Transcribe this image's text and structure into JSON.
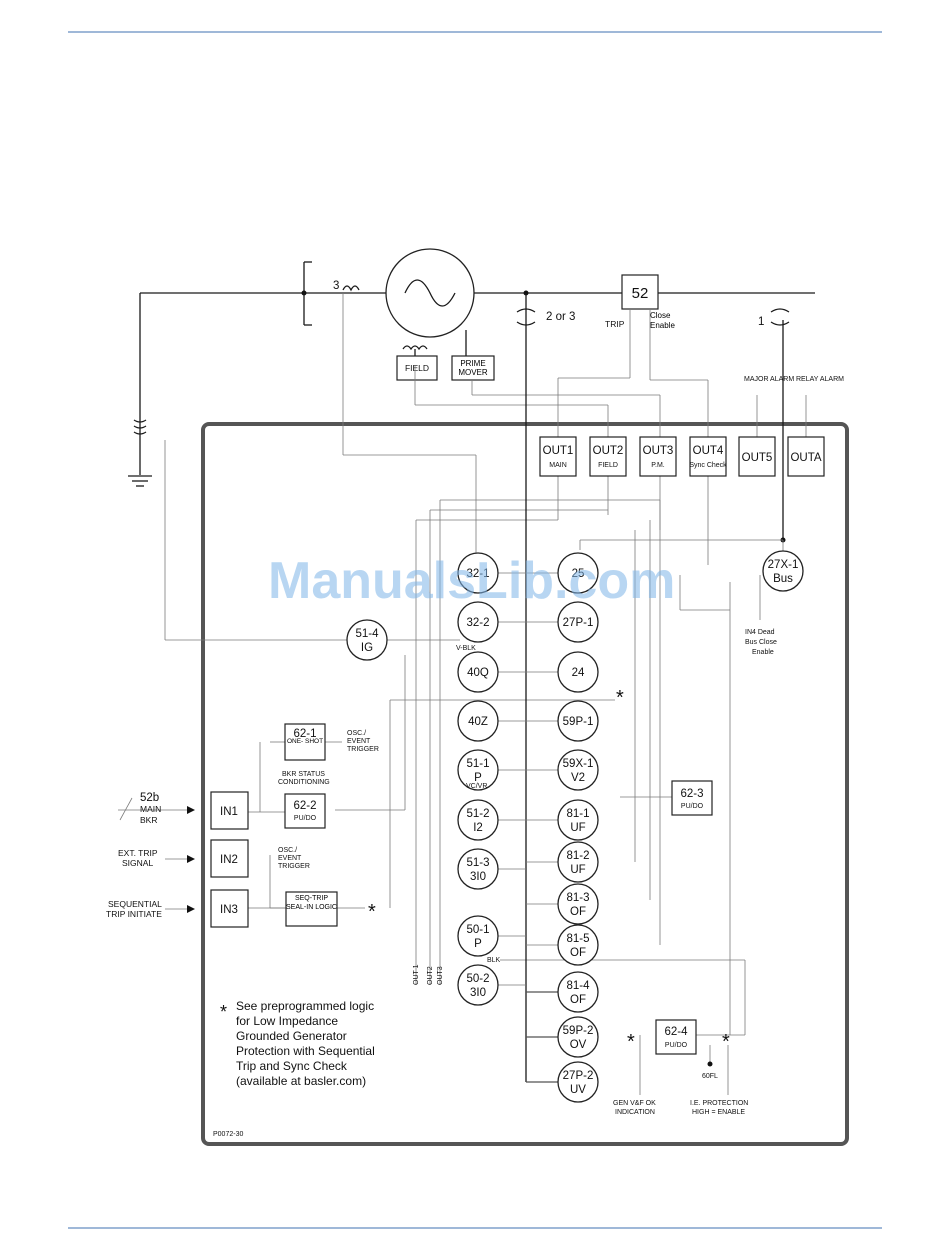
{
  "watermark": "ManualsLib.com",
  "figure_id": "P0072-30",
  "line_labels": {
    "ct_gen": "3",
    "vt_gen": "2 or 3",
    "vt_bus": "1",
    "breaker": "52",
    "trip": "TRIP",
    "close_enable": "Close Enable"
  },
  "external_boxes": {
    "field": "FIELD",
    "prime_mover": "PRIME MOVER"
  },
  "outputs": [
    {
      "id": "OUT1",
      "sub": "MAIN"
    },
    {
      "id": "OUT2",
      "sub": "FIELD"
    },
    {
      "id": "OUT3",
      "sub": "P.M."
    },
    {
      "id": "OUT4",
      "sub": "Sync Check"
    },
    {
      "id": "OUT5",
      "sub": ""
    },
    {
      "id": "OUTA",
      "sub": ""
    }
  ],
  "alarms": {
    "major": "MAJOR ALARM",
    "relay": "RELAY ALARM"
  },
  "left_functions": [
    {
      "l1": "32-1",
      "l2": ""
    },
    {
      "l1": "32-2",
      "l2": ""
    },
    {
      "l1": "40Q",
      "l2": ""
    },
    {
      "l1": "40Z",
      "l2": ""
    },
    {
      "l1": "51-1",
      "l2": "P"
    },
    {
      "l1": "51-2",
      "l2": "I2"
    },
    {
      "l1": "51-3",
      "l2": "3I0"
    },
    {
      "l1": "50-1",
      "l2": "P"
    },
    {
      "l1": "50-2",
      "l2": "3I0"
    }
  ],
  "right_functions": [
    {
      "l1": "25",
      "l2": ""
    },
    {
      "l1": "27P-1",
      "l2": ""
    },
    {
      "l1": "24",
      "l2": ""
    },
    {
      "l1": "59P-1",
      "l2": ""
    },
    {
      "l1": "59X-1",
      "l2": "V2"
    },
    {
      "l1": "81-1",
      "l2": "UF"
    },
    {
      "l1": "81-2",
      "l2": "UF"
    },
    {
      "l1": "81-3",
      "l2": "OF"
    },
    {
      "l1": "81-5",
      "l2": "OF"
    },
    {
      "l1": "81-4",
      "l2": "OF"
    },
    {
      "l1": "59P-2",
      "l2": "OV"
    },
    {
      "l1": "27P-2",
      "l2": "UV"
    }
  ],
  "misc_nodes": {
    "ig_l1": "51-4",
    "ig_l2": "IG",
    "bus_l1": "27X-1",
    "bus_l2": "Bus",
    "t62_1": "62-1",
    "t62_1_sub": "ONE- SHOT",
    "t62_2": "62-2",
    "t62_2_sub": "PU/DO",
    "t62_3": "62-3",
    "t62_3_sub": "PU/DO",
    "t62_4": "62-4",
    "t62_4_sub": "PU/DO",
    "seq_trip": "SEQ-TRIP SEAL-IN LOGIC"
  },
  "inputs": {
    "in1": "IN1",
    "in2": "IN2",
    "in3": "IN3",
    "sig52b_a": "52b",
    "sig52b_b": "MAIN",
    "sig52b_c": "BKR",
    "ext_trip_a": "EXT. TRIP",
    "ext_trip_b": "SIGNAL",
    "seq_a": "SEQUENTIAL",
    "seq_b": "TRIP INITIATE"
  },
  "small_labels": {
    "osc1_a": "OSC./",
    "osc1_b": "EVENT",
    "osc1_c": "TRIGGER",
    "osc2_a": "OSC./",
    "osc2_b": "EVENT",
    "osc2_c": "TRIGGER",
    "bkr_a": "BKR STATUS",
    "bkr_b": "CONDITIONING",
    "vcvr": "VC/VR",
    "vblk": "V-BLK",
    "blk": "BLK",
    "in4_a": "IN4 Dead",
    "in4_b": "Bus Close",
    "in4_c": "Enable",
    "gen_a": "GEN V&F OK",
    "gen_b": "INDICATION",
    "ie_a": "I.E. PROTECTION",
    "ie_b": "HIGH = ENABLE",
    "fl": "60FL",
    "v_out1": "OUT 1",
    "v_out2": "OUT2",
    "v_out3": "OUT3"
  },
  "note": {
    "star": "*",
    "lines": [
      "See preprogrammed logic",
      "for Low Impedance",
      "Grounded Generator",
      "Protection with Sequential",
      "Trip and Sync Check",
      "(available at basler.com)"
    ]
  },
  "colors": {
    "rule": "#9fb8d8",
    "frame": "#555555",
    "watermark": "#7fb5e8"
  }
}
